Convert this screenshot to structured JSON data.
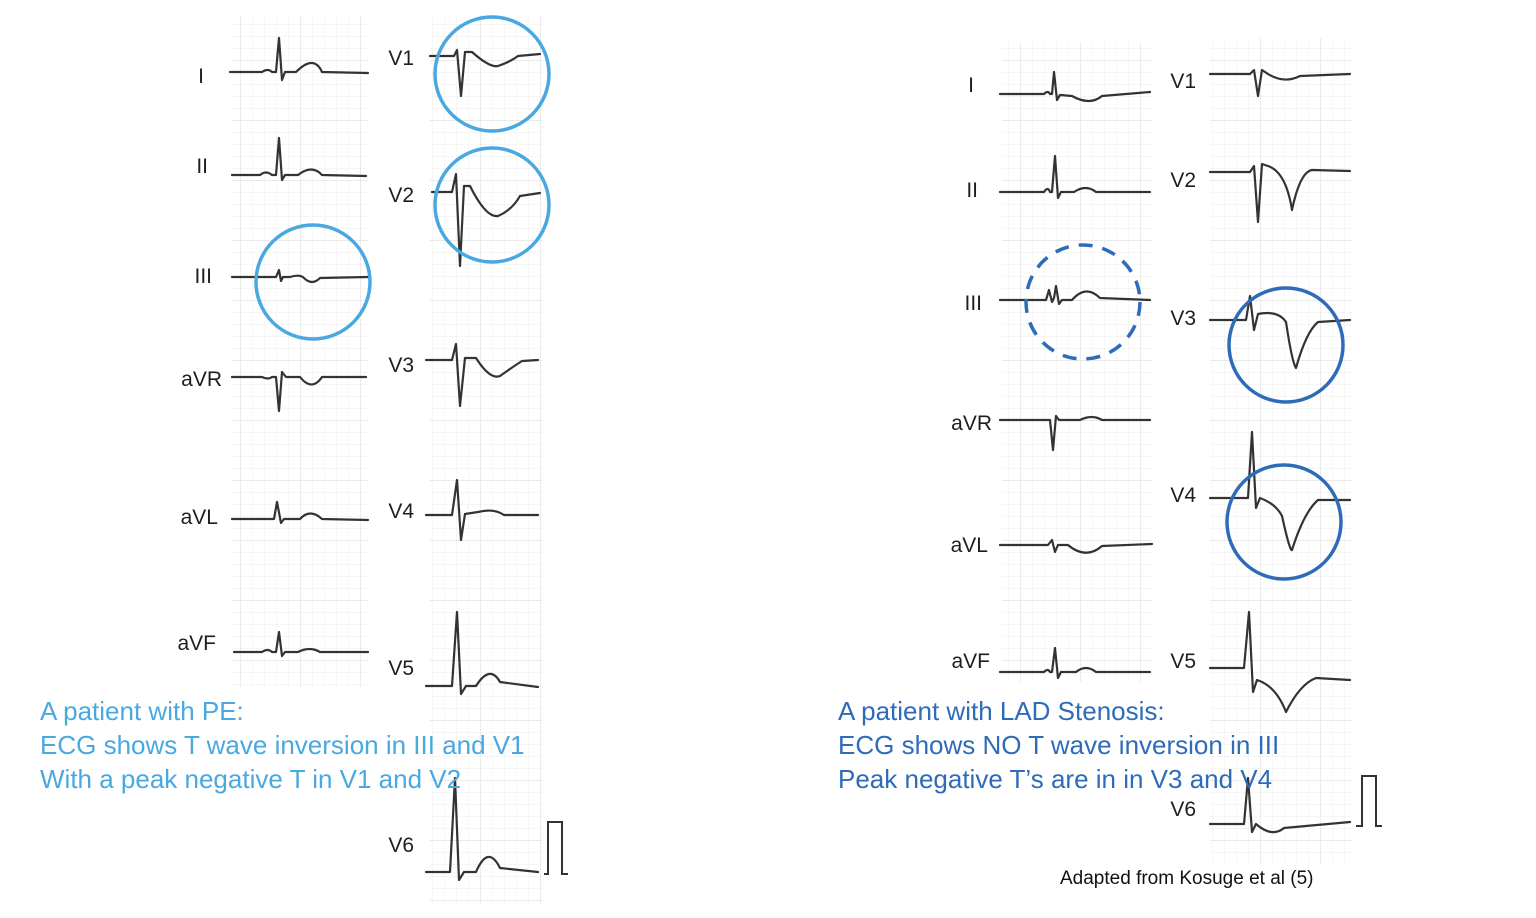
{
  "colors": {
    "pe_accent": "#4aa8e0",
    "lad_accent": "#2e6bb8",
    "trace": "#333333",
    "grid": "#e3e3e3"
  },
  "pe_panel": {
    "limb_leads": [
      "I",
      "II",
      "III",
      "aVR",
      "aVL",
      "aVF"
    ],
    "precordial_leads": [
      "V1",
      "V2",
      "V3",
      "V4",
      "V5",
      "V6"
    ],
    "highlighted_leads": [
      "V1",
      "V2",
      "III"
    ],
    "caption": {
      "line1": "A patient with PE:",
      "line2": "ECG shows T wave inversion in III and V1",
      "line3": "With a peak negative T in V1 and V2"
    }
  },
  "lad_panel": {
    "limb_leads": [
      "I",
      "II",
      "III",
      "aVR",
      "aVL",
      "aVF"
    ],
    "precordial_leads": [
      "V1",
      "V2",
      "V3",
      "V4",
      "V5",
      "V6"
    ],
    "highlighted_leads": [
      "V3",
      "V4"
    ],
    "dashed_highlight_lead": "III",
    "caption": {
      "line1": "A patient with LAD Stenosis:",
      "line2": "ECG shows  NO T wave inversion in III",
      "line3": "Peak negative T’s are in  in V3 and V4"
    }
  },
  "credit": "Adapted from Kosuge et al (5)"
}
